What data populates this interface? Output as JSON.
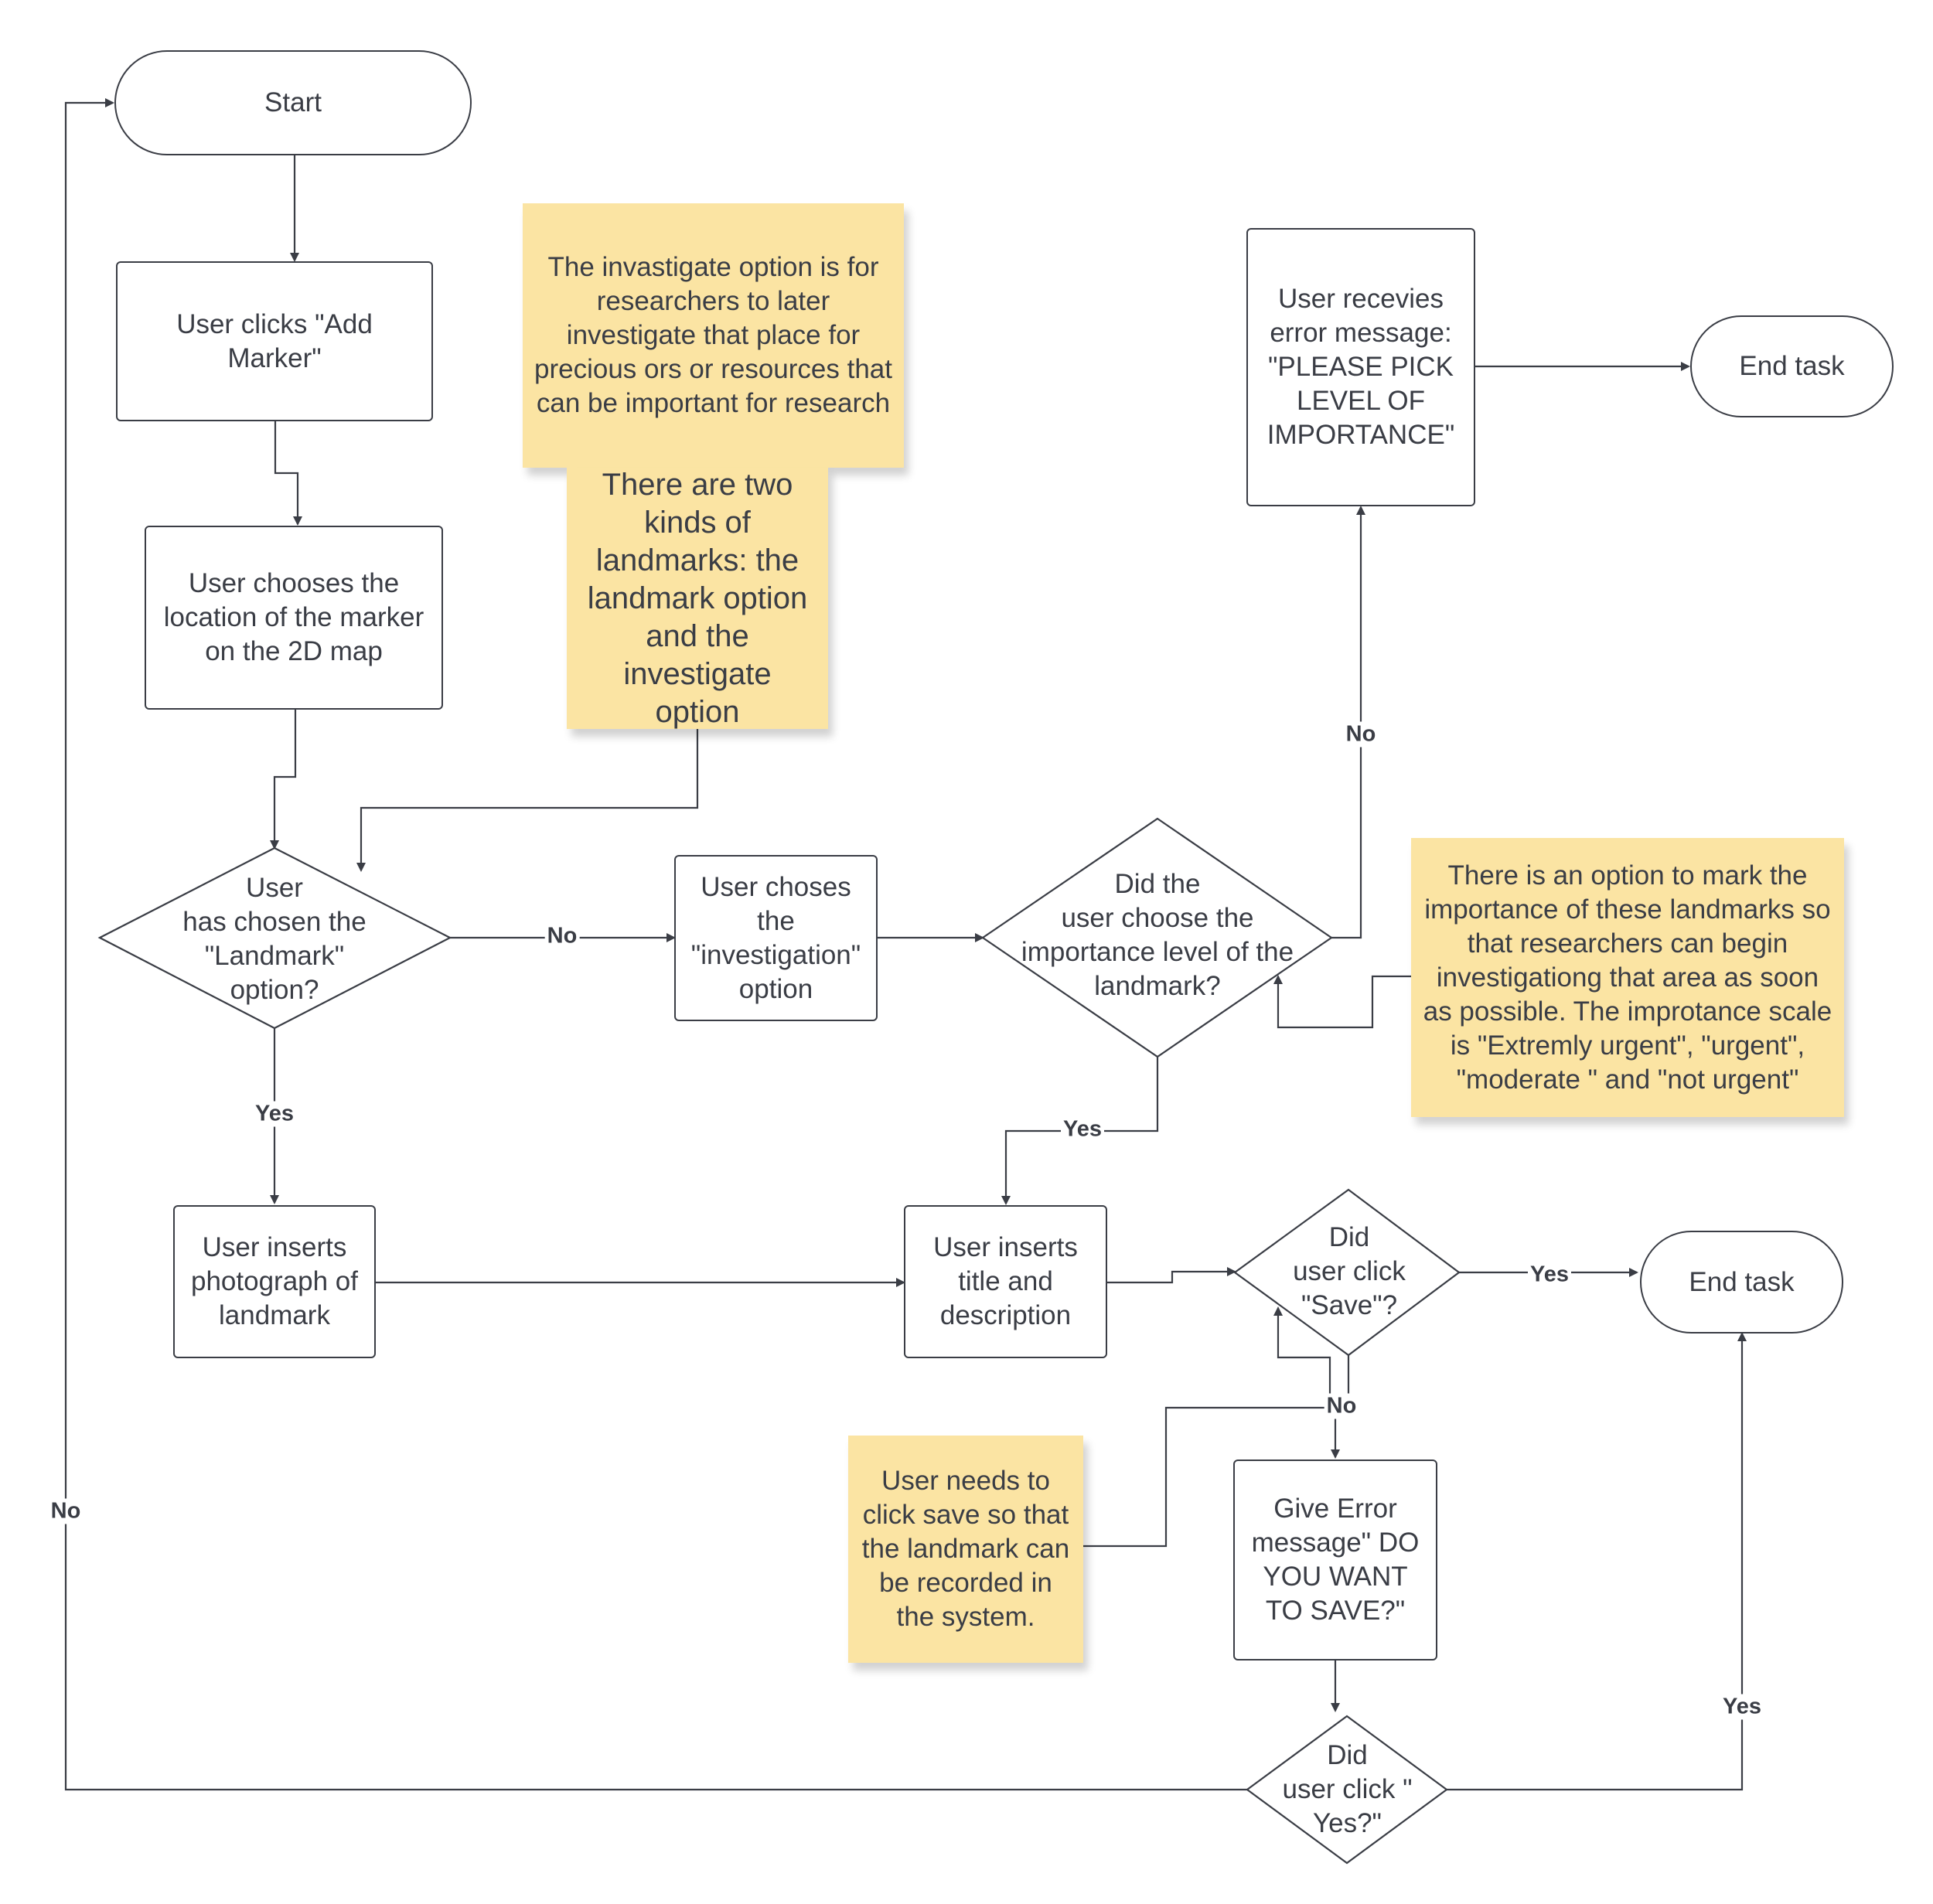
{
  "nodes": {
    "start": "Start",
    "add_marker": "User clicks \"Add Marker\"",
    "choose_location": "User chooses the location of the marker on the 2D map",
    "landmark_decision": "User\nhas chosen the\n\"Landmark\"\noption?",
    "investigation_option": "User choses\nthe\n\"investigation\"\noption",
    "importance_decision": "Did the\nuser choose the\nimportance level of the\nlandmark?",
    "error_importance": "User recevies error message: \"PLEASE PICK LEVEL OF IMPORTANCE\"",
    "end_task_top": "End task",
    "insert_photo": "User inserts photograph of landmark",
    "insert_title": "User inserts title and description",
    "save_decision": "Did\nuser click\n\"Save\"?",
    "end_task_bottom": "End task",
    "give_error": "Give Error message\" DO YOU WANT TO SAVE?\"",
    "yes_decision": "Did\nuser click \"\nYes?\""
  },
  "notes": {
    "investigate_purpose": "The invastigate option is for researchers to later investigate that place for precious ors or resources that can be important for research",
    "two_kinds": "There are two kinds of landmarks: the landmark option and the investigate option",
    "importance_scale": "There is an option to mark the importance of these landmarks so that researchers can begin investigationg that area as soon as possible. The improtance scale is \"Extremly urgent\", \"urgent\", \"moderate \" and \"not urgent\"",
    "save_note": "User needs to click save so that the landmark can be recorded in the system."
  },
  "edge_labels": {
    "landmark_no": "No",
    "landmark_yes": "Yes",
    "importance_no": "No",
    "importance_yes": "Yes",
    "save_yes": "Yes",
    "save_no": "No",
    "final_no": "No",
    "final_yes": "Yes"
  },
  "colors": {
    "line": "#3a3d45",
    "note_fill": "#fbe4a3",
    "background": "#ffffff"
  }
}
